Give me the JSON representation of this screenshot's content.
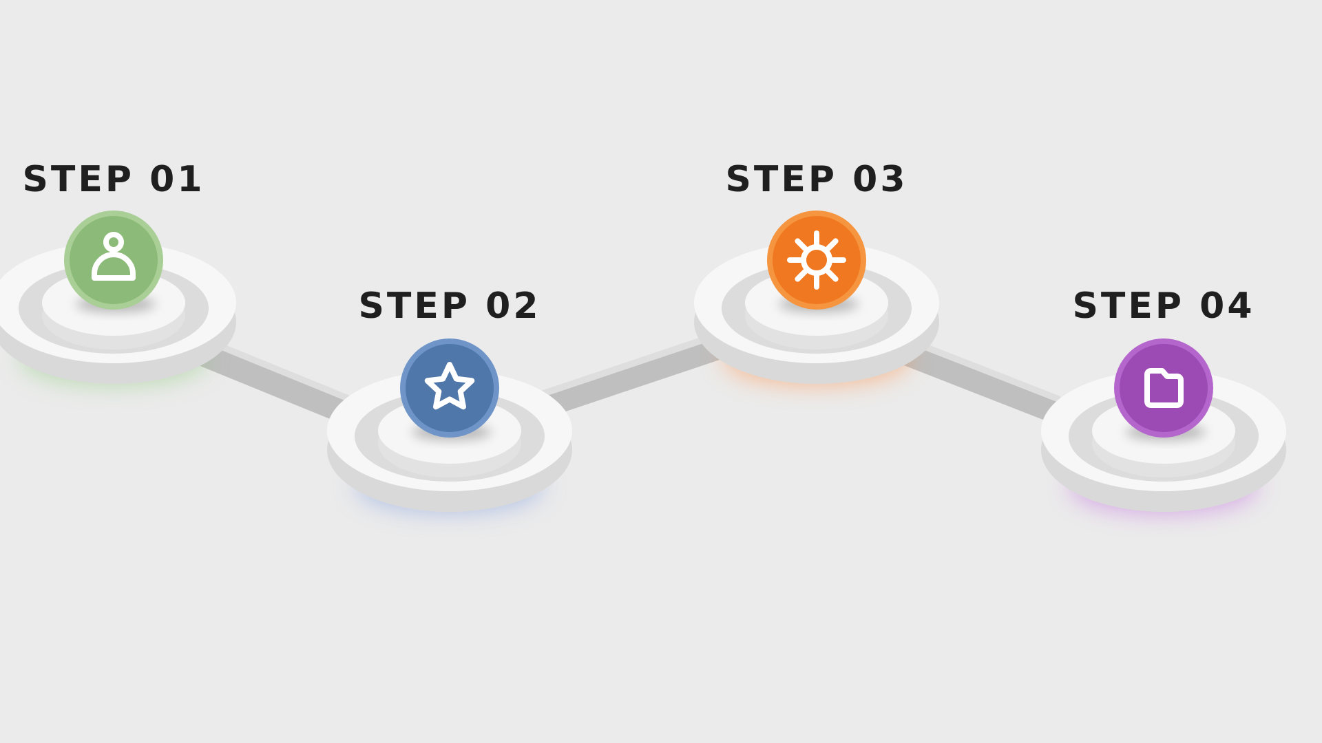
{
  "steps": [
    {
      "label": "STEP 01",
      "icon": "person-icon",
      "color": "#8cba78",
      "glow": "#8bc878"
    },
    {
      "label": "STEP 02",
      "icon": "star-icon",
      "color": "#4f77aa",
      "glow": "#7d9be0"
    },
    {
      "label": "STEP 03",
      "icon": "gear-icon",
      "color": "#f07820",
      "glow": "#ff8a3d"
    },
    {
      "label": "STEP 04",
      "icon": "folder-icon",
      "color": "#9c4bb4",
      "glow": "#c062e0"
    }
  ]
}
